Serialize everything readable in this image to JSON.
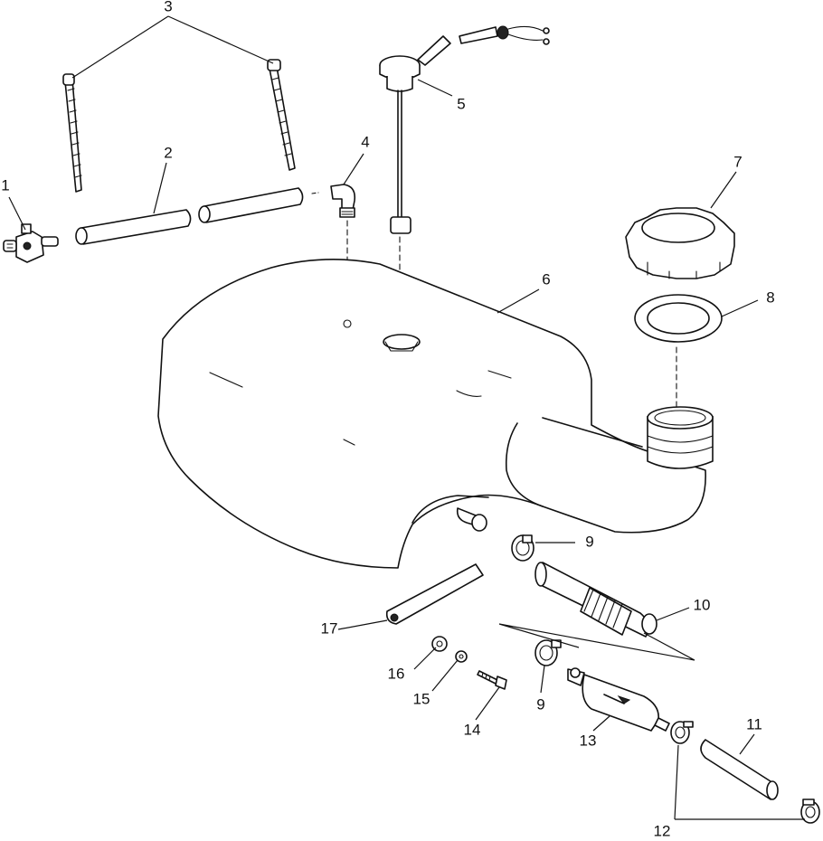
{
  "callouts": {
    "c1": "1",
    "c2": "2",
    "c3": "3",
    "c4": "4",
    "c5": "5",
    "c6": "6",
    "c7": "7",
    "c8": "8",
    "c9a": "9",
    "c9b": "9",
    "c10": "10",
    "c11": "11",
    "c12": "12",
    "c13": "13",
    "c14": "14",
    "c15": "15",
    "c16": "16",
    "c17": "17"
  }
}
